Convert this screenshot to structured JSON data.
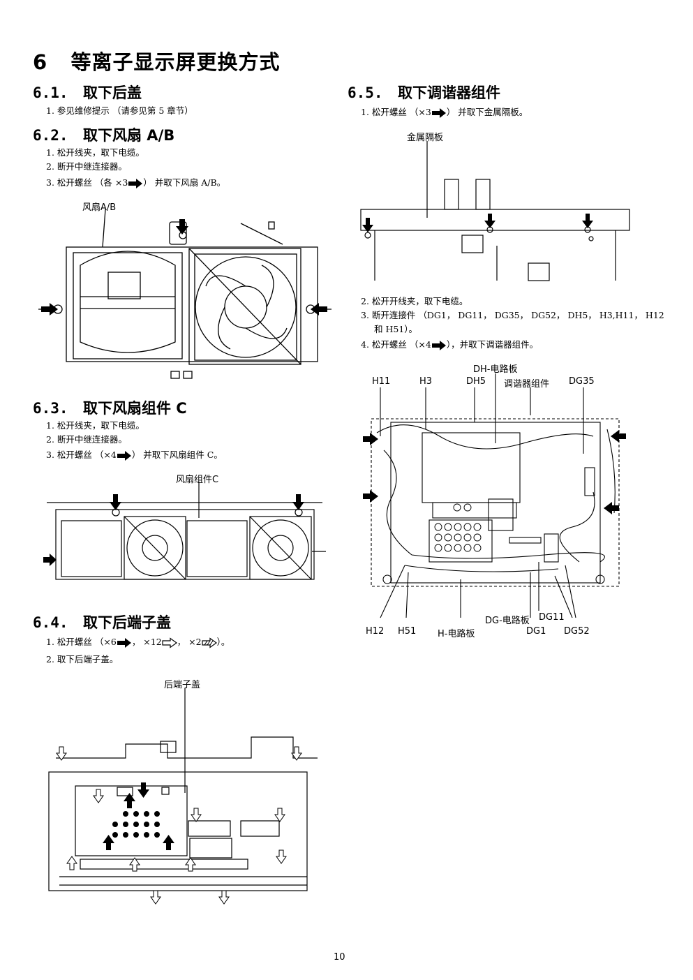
{
  "page_title": "6   等离子显示屏更换方式",
  "page_number": "10",
  "sections": {
    "s61": {
      "num": "6.1.",
      "title": "取下后盖",
      "steps": [
        "1. 参见维修提示 （请参见第 5 章节）"
      ]
    },
    "s62": {
      "num": "6.2.",
      "title": "取下风扇 A/B",
      "steps": [
        "1. 松开线夹，取下电缆。",
        "2. 断开中继连接器。"
      ],
      "step3_pre": "3. 松开螺丝 （各 ×3",
      "step3_post": "） 并取下风扇 A/B。",
      "figure_label": "风扇A/B"
    },
    "s63": {
      "num": "6.3.",
      "title": "取下风扇组件 C",
      "steps": [
        "1. 松开线夹，取下电缆。",
        "2. 断开中继连接器。"
      ],
      "step3_pre": "3. 松开螺丝 （×4",
      "step3_post": "） 并取下风扇组件 C。",
      "figure_label": "风扇组件C"
    },
    "s64": {
      "num": "6.4.",
      "title": "取下后端子盖",
      "step1_a": "1. 松开螺丝 （×6",
      "step1_b": "， ×12",
      "step1_c": "， ×2",
      "step1_d": "）。",
      "step2": "2. 取下后端子盖。",
      "figure_label": "后端子盖"
    },
    "s65": {
      "num": "6.5.",
      "title": "取下调谐器组件",
      "step1_pre": "1. 松开螺丝 （×3",
      "step1_post": "） 并取下金属隔板。",
      "figure_label": "金属隔板",
      "step2": "2. 松开开线夹，取下电缆。",
      "step3_line1": "3. 断开连接件 （DG1， DG11， DG35， DG52， DH5， H3,H11， H12",
      "step3_line2": "和 H51）。",
      "step4_pre": "4. 松开螺丝 （×4",
      "step4_post": "），并取下调谐器组件。",
      "board_labels": {
        "dh_board": "DH-电路板",
        "h11": "H11",
        "h3": "H3",
        "dh5": "DH5",
        "tuner": "调谐器组件",
        "dg35": "DG35",
        "h12": "H12",
        "h51": "H51",
        "h_board": "H-电路板",
        "dg_board": "DG-电路板",
        "dg11": "DG11",
        "dg1": "DG1",
        "dg52": "DG52"
      }
    }
  },
  "icons": {
    "solid_arrow": "solid-arrow-icon",
    "outline_arrow": "outline-arrow-icon",
    "hatched_arrow": "hatched-arrow-icon"
  }
}
